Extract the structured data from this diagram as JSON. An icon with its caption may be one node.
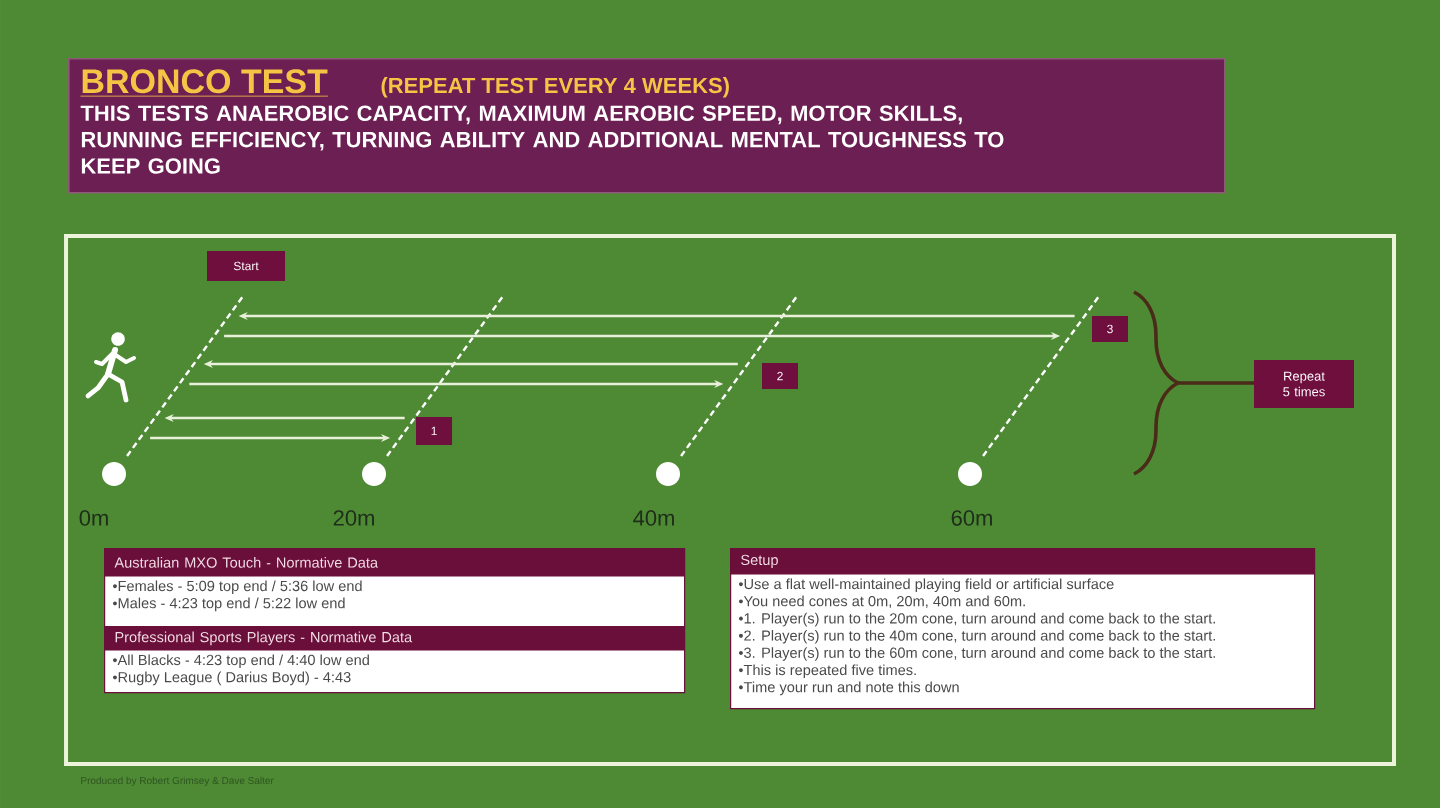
{
  "diagram": {
    "title": "BRONCO TEST",
    "nodes": [
      {
        "text": [
          "(REPEAT TEST EVERY 4 WEEKS)",
          "THIS TESTS ANAEROBIC CAPACITY, MAXIMUM AEROBIC SPEED, MOTOR SKILLS, RUNNING EFFICIENCY, TURNING ABILITY AND ADDITIONAL MENTAL TOUGHNESS TO KEEP GOING"
        ]
      },
      {
        "text": [
          "Start"
        ]
      },
      {
        "text": [
          "1"
        ]
      },
      {
        "text": [
          "2"
        ]
      },
      {
        "text": [
          "3"
        ]
      },
      {
        "text": [
          "Repeat 5 times"
        ]
      },
      {
        "text": [
          "Australian MXO Touch - Normative Data",
          "•Females - 5:09 top end / 5:36 low end",
          "•Males - 4:23 top end / 5:22 low end"
        ]
      },
      {
        "text": [
          "Professional Sports Players - Normative Data",
          "•All Blacks - 4:23 top end / 4:40 low end",
          "•Rugby League ( Darius Boyd) - 4:43"
        ]
      },
      {
        "text": [
          "Setup",
          "•Use a flat well-maintained playing field or artificial surface",
          "•You need cones at 0m, 20m, 40m and 60m.",
          "•1. Player(s) run to the 20m cone, turn around and come back to the start.",
          "•2. Player(s) run to the 40m cone, turn around and come back to the start.",
          "•3. Player(s) run to the 60m cone, turn around and come back to the start.",
          "•This is repeated five times.",
          "•Time your run and note this down"
        ]
      }
    ],
    "labels": [
      "0m",
      "20m",
      "40m",
      "60m",
      "Produced by Robert Grimsey & Dave Salter"
    ]
  }
}
